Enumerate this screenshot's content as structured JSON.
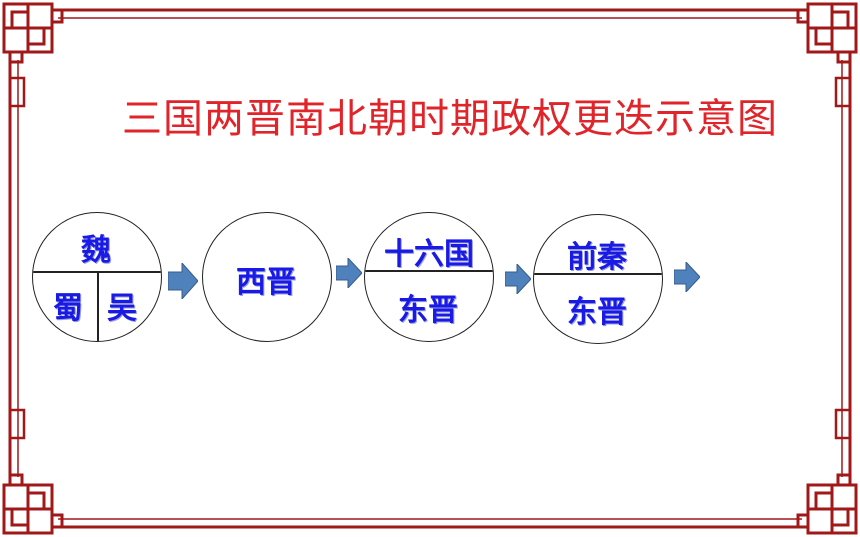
{
  "title": "三国两晋南北朝时期政权更迭示意图",
  "colors": {
    "title": "#e0242a",
    "label": "#1a1ae6",
    "frame": "#a01818",
    "arrow": "#4f81bd"
  },
  "diagram": {
    "circle1": {
      "top": "魏",
      "bottom_left": "蜀",
      "bottom_right": "吴"
    },
    "circle2": {
      "label": "西晋"
    },
    "circle3": {
      "top": "十六国",
      "bottom": "东晋"
    },
    "circle4": {
      "top": "前秦",
      "bottom": "东晋"
    }
  }
}
